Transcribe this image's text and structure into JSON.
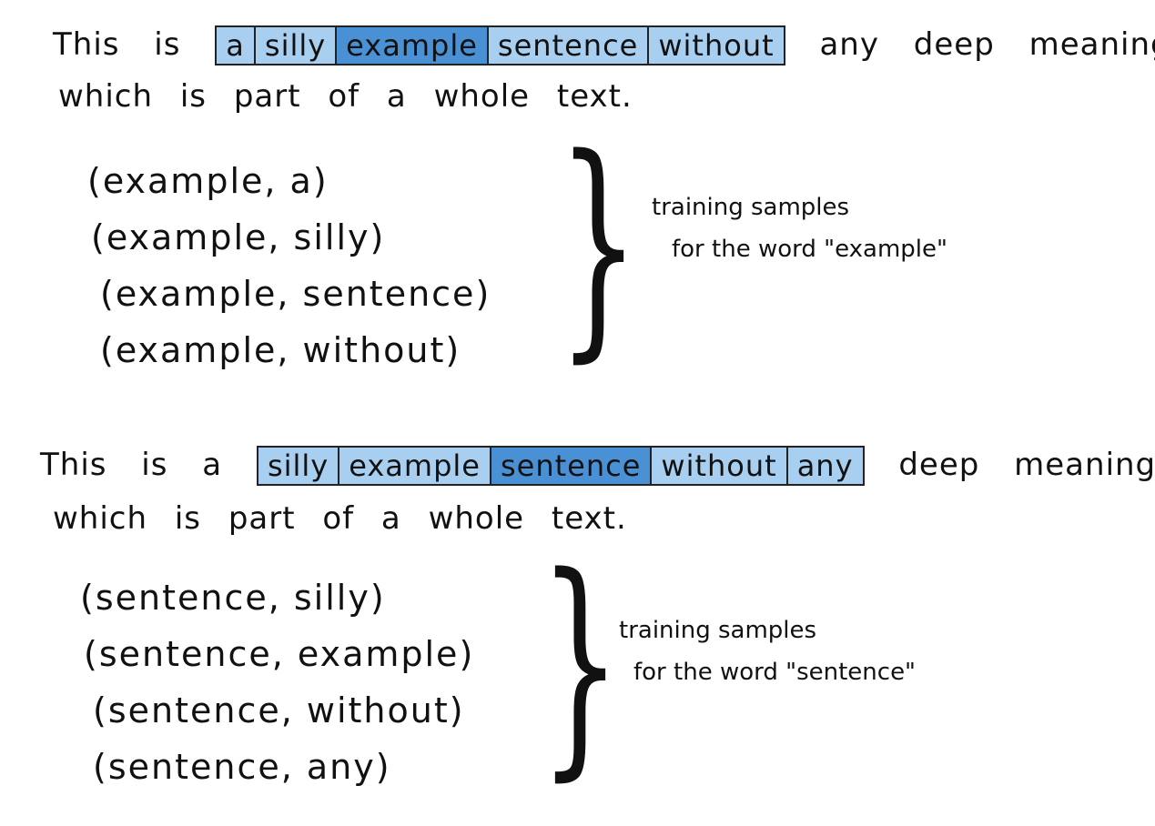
{
  "examples": [
    {
      "before_words": [
        "This",
        "is"
      ],
      "window": [
        {
          "text": "a",
          "role": "context"
        },
        {
          "text": "silly",
          "role": "context"
        },
        {
          "text": "example",
          "role": "target"
        },
        {
          "text": "sentence",
          "role": "context"
        },
        {
          "text": "without",
          "role": "context"
        }
      ],
      "after_words": [
        "any",
        "deep",
        "meaning"
      ],
      "second_line": "which is part of a whole text.",
      "pairs": [
        "(example, a)",
        "(example, silly)",
        "(example, sentence)",
        "(example, without)"
      ],
      "note_line1": "training samples",
      "note_line2": "for the word \"example\""
    },
    {
      "before_words": [
        "This",
        "is",
        "a"
      ],
      "window": [
        {
          "text": "silly",
          "role": "context"
        },
        {
          "text": "example",
          "role": "context"
        },
        {
          "text": "sentence",
          "role": "target"
        },
        {
          "text": "without",
          "role": "context"
        },
        {
          "text": "any",
          "role": "context"
        }
      ],
      "after_words": [
        "deep",
        "meaning"
      ],
      "second_line": "which is part of a whole text.",
      "pairs": [
        "(sentence, silly)",
        "(sentence, example)",
        "(sentence, without)",
        "(sentence, any)"
      ],
      "note_line1": "training samples",
      "note_line2": "for the word \"sentence\""
    }
  ],
  "colors": {
    "context": "#a9cff0",
    "target": "#4a90d4"
  }
}
